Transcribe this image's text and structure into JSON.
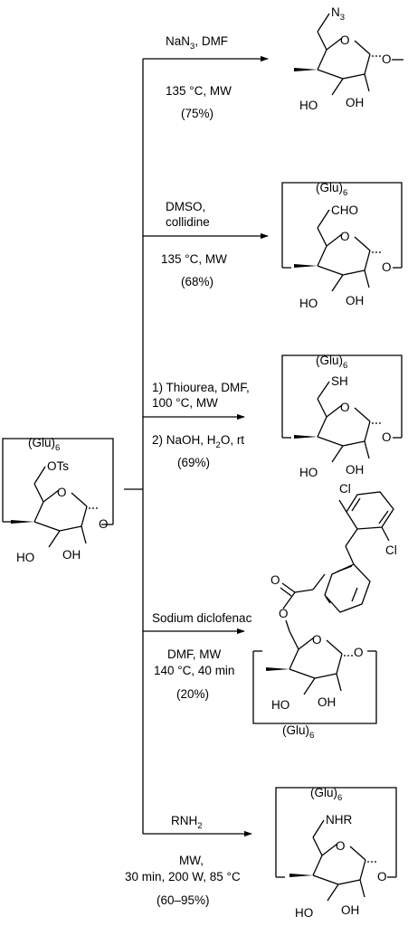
{
  "start_material": {
    "ring_label": "(Glu)",
    "ring_label_sub": "6",
    "group": "OTs",
    "hydroxyl_left": "HO",
    "hydroxyl_right": "OH",
    "ring_oxygen": "O",
    "anomeric_oxygen": "O"
  },
  "reactions": [
    {
      "conditions_above": [
        "NaN",
        "3",
        ", DMF"
      ],
      "conditions_below": [
        "135 °C, MW",
        "(75%)"
      ],
      "product": {
        "group": "N",
        "group_sub": "3",
        "ring_oxygen": "O",
        "anomeric_oxygen": "O",
        "hydroxyl_left": "HO",
        "hydroxyl_right": "OH"
      }
    },
    {
      "conditions_above": [
        "DMSO,",
        "collidine"
      ],
      "conditions_below": [
        "135 °C, MW",
        "(68%)"
      ],
      "product": {
        "ring_label": "(Glu)",
        "ring_label_sub": "6",
        "group": "CHO",
        "ring_oxygen": "O",
        "anomeric_oxygen": "O",
        "hydroxyl_left": "HO",
        "hydroxyl_right": "OH"
      }
    },
    {
      "conditions_above": [
        "1) Thiourea, DMF,",
        "100 °C, MW"
      ],
      "conditions_below": [
        "2) NaOH, H",
        "2",
        "O, rt",
        "(69%)"
      ],
      "product": {
        "ring_label": "(Glu)",
        "ring_label_sub": "6",
        "group": "SH",
        "ring_oxygen": "O",
        "anomeric_oxygen": "O",
        "hydroxyl_left": "HO",
        "hydroxyl_right": "OH"
      }
    },
    {
      "conditions_above": [
        "Sodium diclofenac"
      ],
      "conditions_below": [
        "DMF, MW",
        "140 °C, 40 min",
        "(20%)"
      ],
      "product": {
        "ring_label": "(Glu)",
        "ring_label_sub": "6",
        "chloro_top": "Cl",
        "chloro_bottom": "Cl",
        "ester_carbonyl_oxygen": "O",
        "ester_oxygen": "O",
        "ring_oxygen": "O",
        "anomeric_oxygen": "O",
        "hydroxyl_left": "HO",
        "hydroxyl_right": "OH"
      }
    },
    {
      "conditions_above": [
        "RNH",
        "2"
      ],
      "conditions_below": [
        "MW,",
        "30 min, 200 W, 85 °C",
        "(60–95%)"
      ],
      "product": {
        "ring_label": "(Glu)",
        "ring_label_sub": "6",
        "group": "NHR",
        "ring_oxygen": "O",
        "anomeric_oxygen": "O",
        "hydroxyl_left": "HO",
        "hydroxyl_right": "OH"
      }
    }
  ]
}
